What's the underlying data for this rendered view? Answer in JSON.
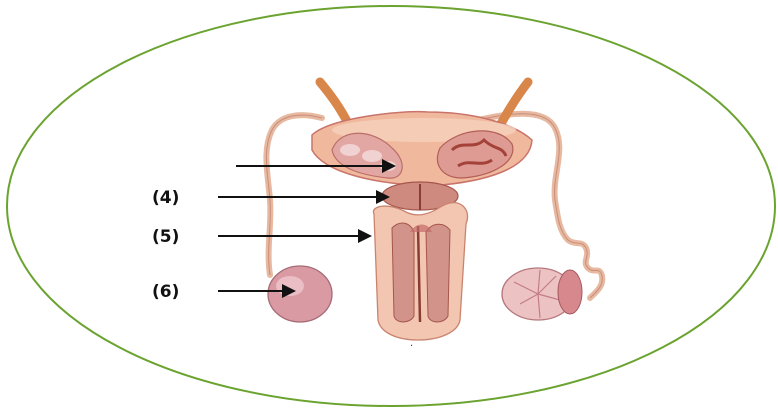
{
  "diagram": {
    "frame_color": "#6aa32f",
    "labels": [
      {
        "id": "4",
        "text": "(4)"
      },
      {
        "id": "5",
        "text": "(5)"
      },
      {
        "id": "6",
        "text": "(6)"
      }
    ],
    "footnote": "."
  },
  "colors": {
    "tissue_light": "#f3c9b2",
    "tissue_mid": "#e9a58c",
    "tissue_dark": "#c9736a",
    "duct": "#e2a06a",
    "pink": "#d99aa3",
    "arrow": "#111111"
  }
}
